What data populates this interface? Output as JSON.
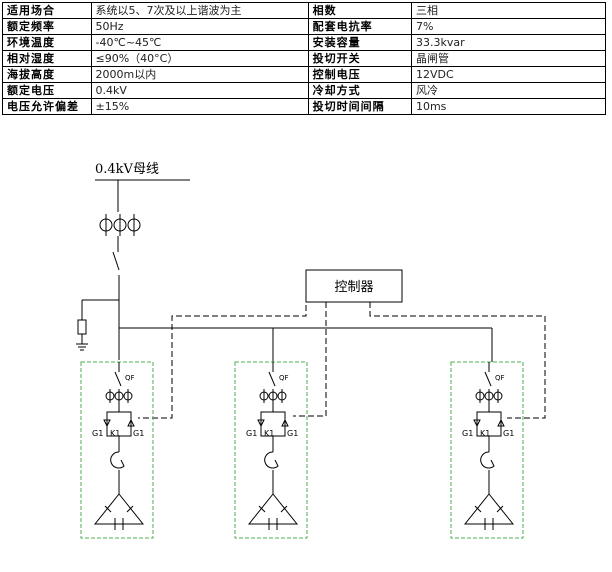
{
  "specs": {
    "rows": [
      {
        "k1": "适用场合",
        "v1": "系统以5、7次及以上谐波为主",
        "k2": "相数",
        "v2": "三相"
      },
      {
        "k1": "额定频率",
        "v1": "50Hz",
        "k2": "配套电抗率",
        "v2": "7%"
      },
      {
        "k1": "环境温度",
        "v1": "-40℃~45℃",
        "k2": "安装容量",
        "v2": "33.3kvar"
      },
      {
        "k1": "相对湿度",
        "v1": "≤90%（40°C）",
        "k2": "投切开关",
        "v2": "晶闸管"
      },
      {
        "k1": "海拔高度",
        "v1": "2000m以内",
        "k2": "控制电压",
        "v2": "12VDC"
      },
      {
        "k1": "额定电压",
        "v1": "0.4kV",
        "k2": "冷却方式",
        "v2": "风冷"
      },
      {
        "k1": "电压允许偏差",
        "v1": "±15%",
        "k2": "投切时间间隔",
        "v2": "10ms"
      }
    ]
  },
  "diagram": {
    "bus_label": "0.4kV母线",
    "controller_label": "控制器",
    "branches": [
      {
        "qf": "QF",
        "g_left": "G1",
        "k": "K1",
        "g_right": "G1"
      },
      {
        "qf": "QF",
        "g_left": "G1",
        "k": "K1",
        "g_right": "G1"
      },
      {
        "qf": "QF",
        "g_left": "G1",
        "k": "K1",
        "g_right": "G1"
      }
    ]
  },
  "colors": {
    "module_border": "#4caf50",
    "wire": "#000000"
  }
}
